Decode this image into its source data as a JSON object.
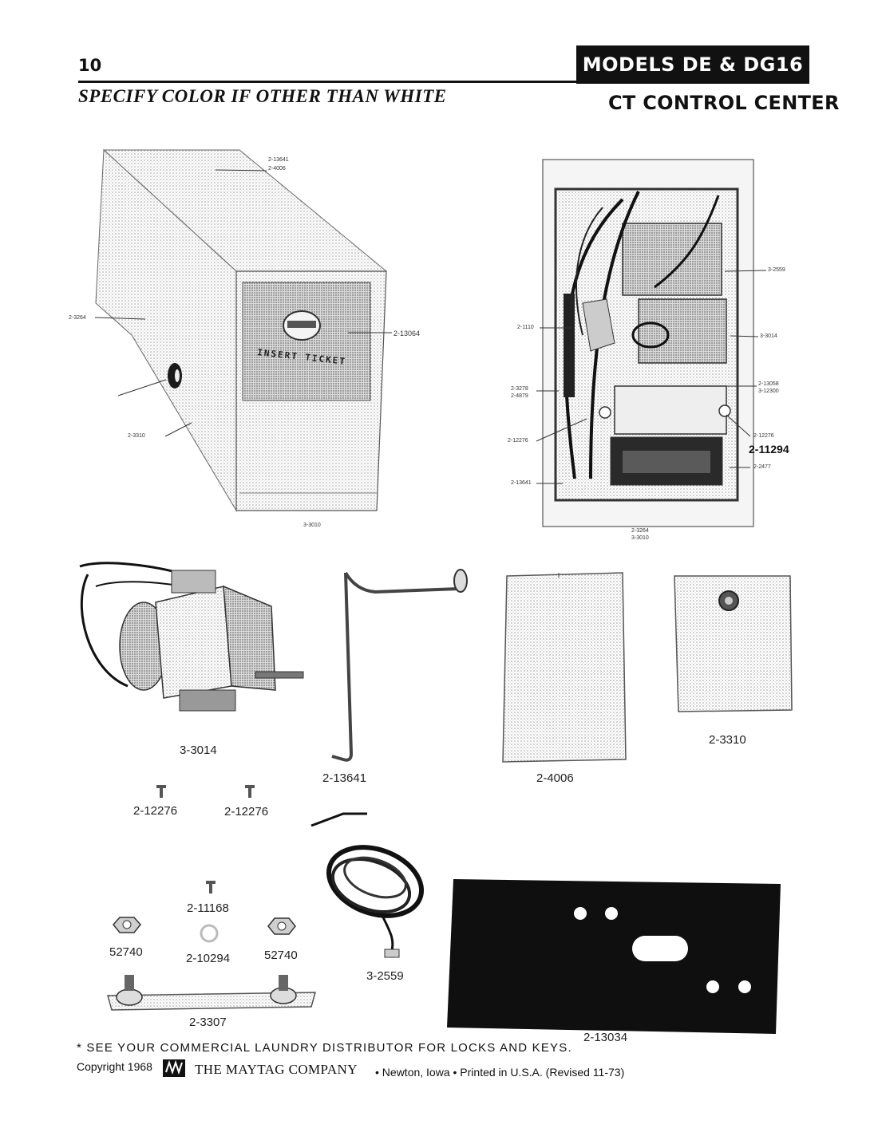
{
  "header": {
    "page_number": "10",
    "subtitle": "SPECIFY COLOR IF OTHER THAN WHITE",
    "models": "MODELS DE & DG16",
    "section": "CT CONTROL CENTER"
  },
  "cabinet": {
    "insert_ticket": "INSERT TICKET",
    "labels": {
      "top_a": "2-13641",
      "top_b": "2-4006",
      "side": "2-3264",
      "front": "2-13064",
      "lower": "2-3310",
      "bottom": "3-3010"
    }
  },
  "interior": {
    "labels": {
      "l1": "3-2559",
      "l2": "2-1110",
      "l3": "3-3014",
      "l4a": "2-3278",
      "l4b": "2-4879",
      "l5a": "2-13058",
      "l5b": "3-12300",
      "l6": "2-12276",
      "l7": "2-12276",
      "l8": "2-11294",
      "l9": "2-2477",
      "l10": "2-13641",
      "l11a": "2-3264",
      "l11b": "3-3010"
    }
  },
  "parts": {
    "p_timer": "3-3014",
    "p_rod": "2-13641",
    "p_plate": "2-4006",
    "p_lockplate": "2-3310",
    "p_screw1": "2-12276",
    "p_screw2": "2-12276",
    "p_screw3": "2-11168",
    "p_washer": "2-10294",
    "p_nut1": "52740",
    "p_nut2": "52740",
    "p_harness": "3-2559",
    "p_bracket": "2-3307",
    "p_gasket": "2-13034"
  },
  "footer": {
    "note": "* SEE YOUR COMMERCIAL LAUNDRY DISTRIBUTOR FOR LOCKS AND KEYS.",
    "copyright": "Copyright 1968",
    "company": "THE MAYTAG COMPANY",
    "location": "• Newton, Iowa • Printed in U.S.A.   (Revised  11-73)"
  }
}
